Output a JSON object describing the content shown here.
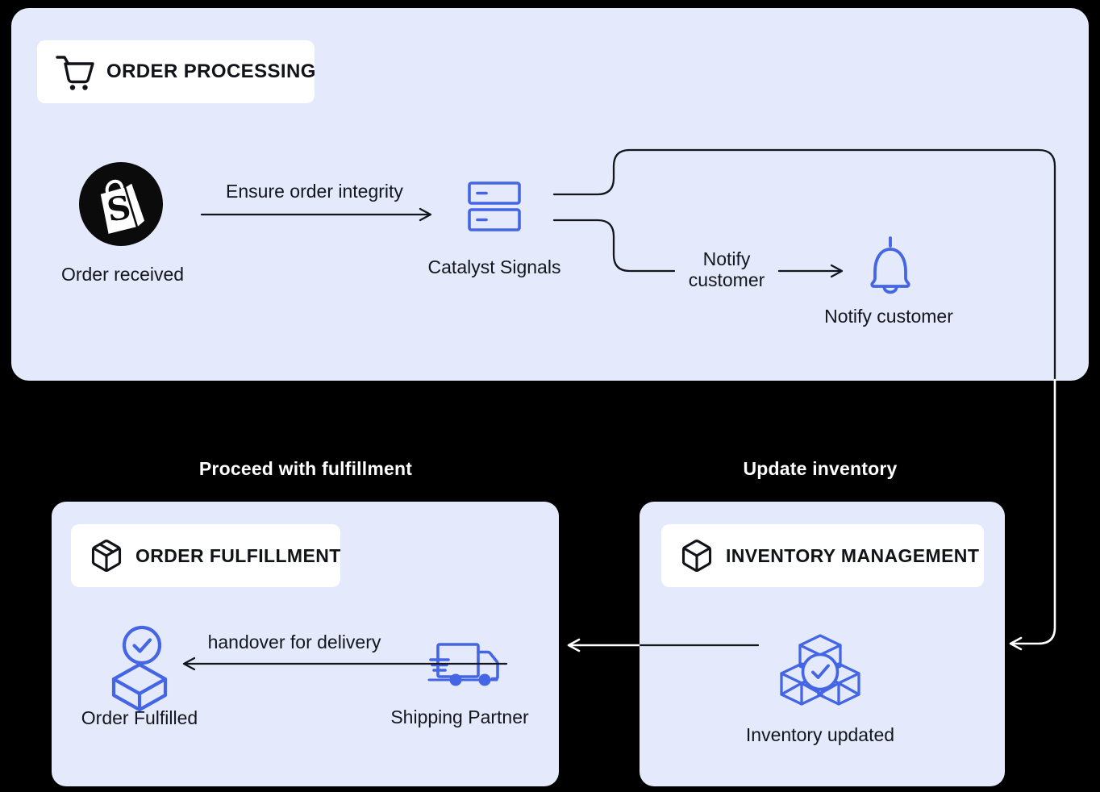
{
  "colors": {
    "background": "#000000",
    "panel_fill": "#e4eafc",
    "badge_fill": "#ffffff",
    "accent_blue": "#4466e4",
    "node_black": "#0b0b0b",
    "text_dark": "#14161c",
    "text_light": "#ffffff"
  },
  "order_processing": {
    "badge_label": "ORDER PROCESSING",
    "nodes": {
      "order_received": "Order received",
      "catalyst_signals": "Catalyst Signals",
      "notify_customer": "Notify customer"
    },
    "edges": {
      "ensure_order_integrity": "Ensure order integrity",
      "notify_customer": "Notify customer"
    }
  },
  "sections": {
    "proceed_with_fulfillment": "Proceed with fulfillment",
    "update_inventory": "Update inventory"
  },
  "order_fulfillment": {
    "badge_label": "ORDER FULFILLMENT",
    "nodes": {
      "order_fulfilled": "Order Fulfilled",
      "shipping_partner": "Shipping Partner"
    },
    "edges": {
      "handover_for_delivery": "handover for delivery"
    }
  },
  "inventory_management": {
    "badge_label": "INVENTORY MANAGEMENT",
    "nodes": {
      "inventory_updated": "Inventory updated"
    }
  },
  "icons": {
    "cart-icon": "shopping cart",
    "shopify-bag-icon": "shopify bag with S",
    "server-icon": "two stacked server racks",
    "bell-icon": "notification bell",
    "package-icon": "package box with ribbon",
    "box-icon": "cube box",
    "fulfilled-box-check-icon": "open box with check circle",
    "truck-icon": "fast shipping truck",
    "inventory-cubes-check-icon": "stacked cubes with check circle"
  }
}
